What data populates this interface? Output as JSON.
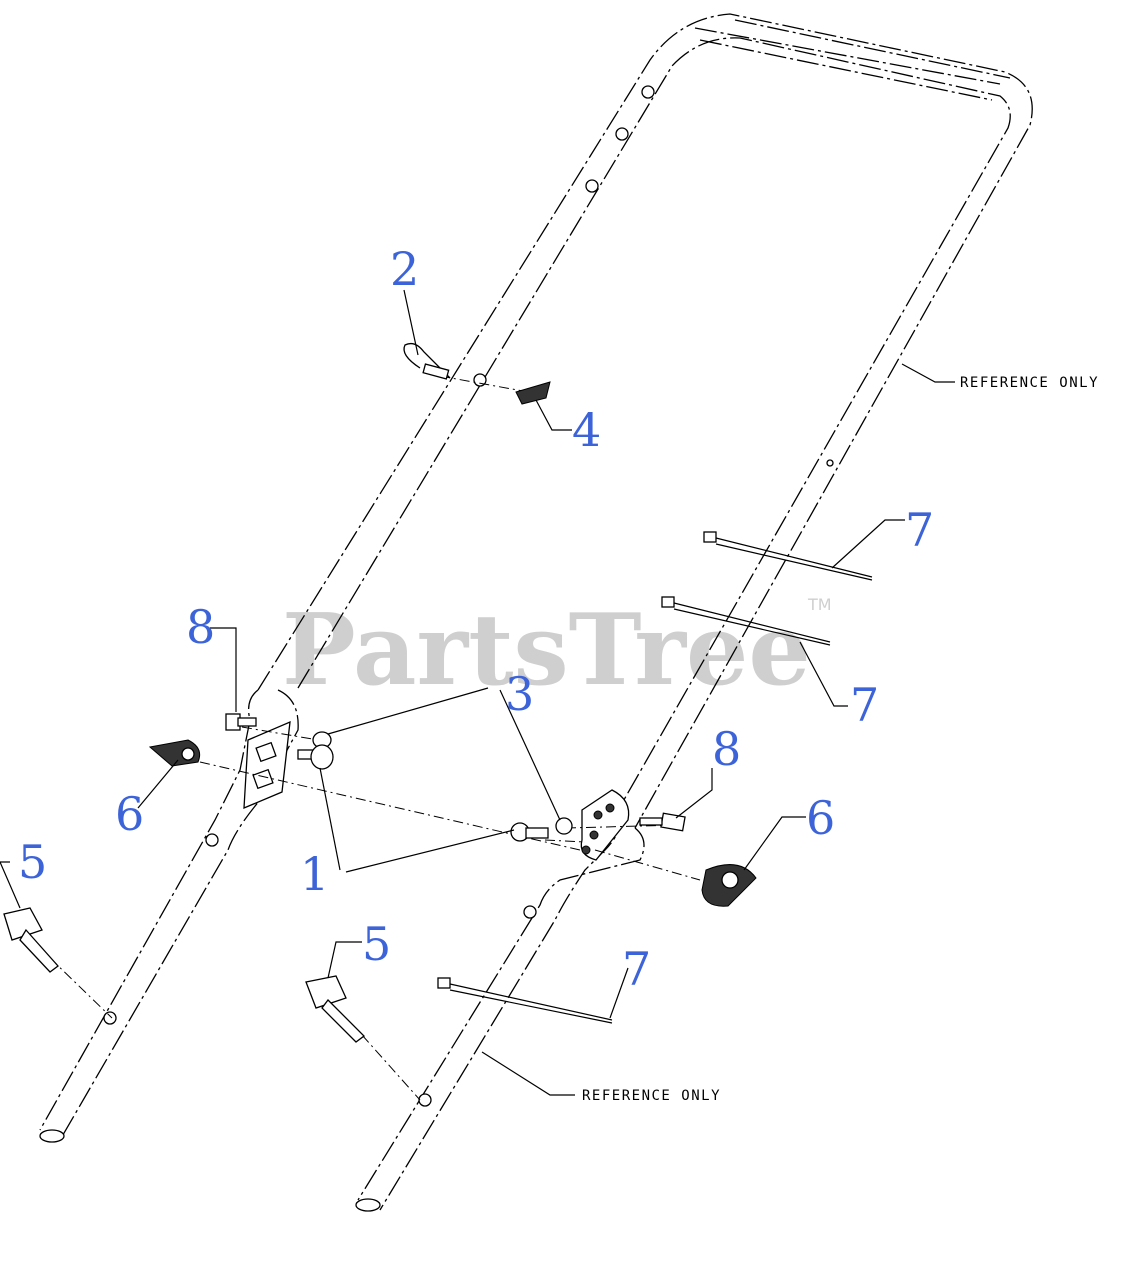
{
  "watermark": {
    "text": "PartsTree",
    "trademark": "TM"
  },
  "reference_labels": {
    "upper": "REFERENCE ONLY",
    "lower": "REFERENCE ONLY"
  },
  "callouts": {
    "c1": "1",
    "c2": "2",
    "c3": "3",
    "c4": "4",
    "c5_left": "5",
    "c5_center": "5",
    "c6_left": "6",
    "c6_right": "6",
    "c7_upper": "7",
    "c7_middle": "7",
    "c7_lower": "7",
    "c8_left": "8",
    "c8_right": "8"
  },
  "colors": {
    "callout": "#3d63d8",
    "watermark": "#cfcfcf",
    "line": "#000000"
  }
}
